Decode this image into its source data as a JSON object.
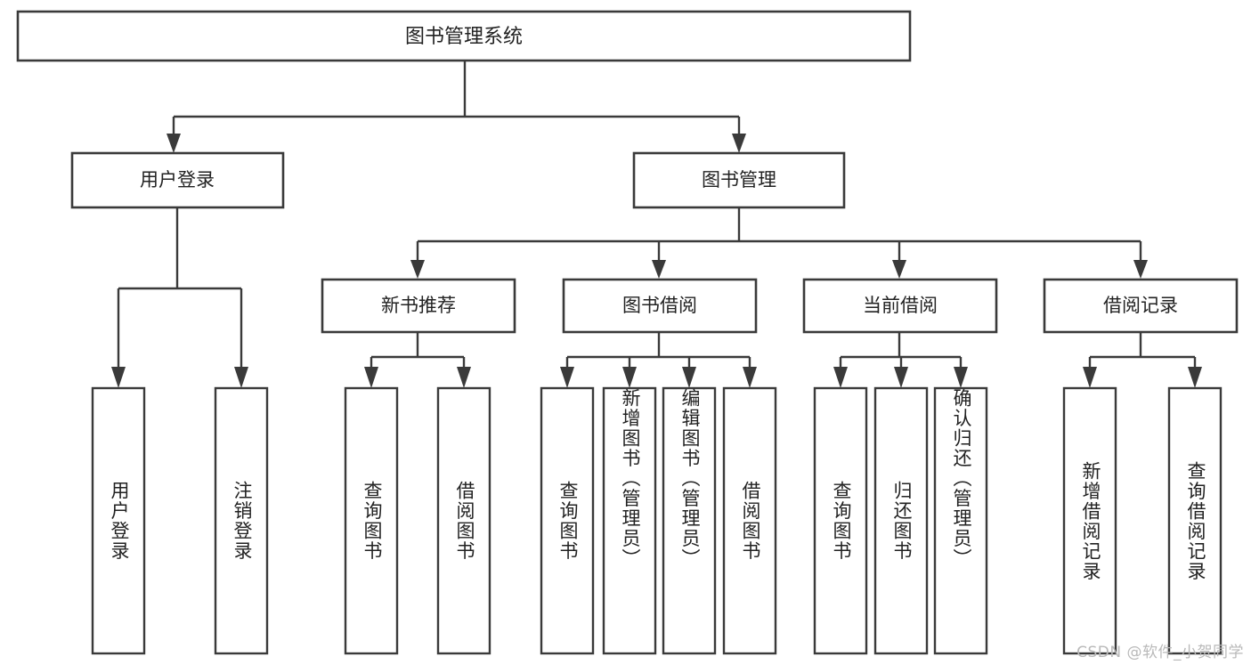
{
  "diagram": {
    "type": "tree",
    "title": "图书管理系统",
    "watermark": "CSDN @软件_小贺同学",
    "colors": {
      "stroke": "#3a3a3a",
      "fill": "#ffffff",
      "text": "#222222",
      "watermark": "#b9b9b9"
    },
    "root": {
      "label": "图书管理系统"
    },
    "level2": [
      {
        "label": "用户登录"
      },
      {
        "label": "图书管理"
      }
    ],
    "level3": [
      {
        "label": "新书推荐"
      },
      {
        "label": "图书借阅"
      },
      {
        "label": "当前借阅"
      },
      {
        "label": "借阅记录"
      }
    ],
    "leaves": {
      "user_login": [
        {
          "label": "用户登录"
        },
        {
          "label": "注销登录"
        }
      ],
      "new_book_recommend": [
        {
          "label": "查询图书"
        },
        {
          "label": "借阅图书"
        }
      ],
      "book_borrow": [
        {
          "label": "查询图书"
        },
        {
          "label": "新增图书（管理员）"
        },
        {
          "label": "编辑图书（管理员）"
        },
        {
          "label": "借阅图书"
        }
      ],
      "current_borrow": [
        {
          "label": "查询图书"
        },
        {
          "label": "归还图书"
        },
        {
          "label": "确认归还（管理员）"
        }
      ],
      "borrow_record": [
        {
          "label": "新增借阅记录"
        },
        {
          "label": "查询借阅记录"
        }
      ]
    }
  }
}
